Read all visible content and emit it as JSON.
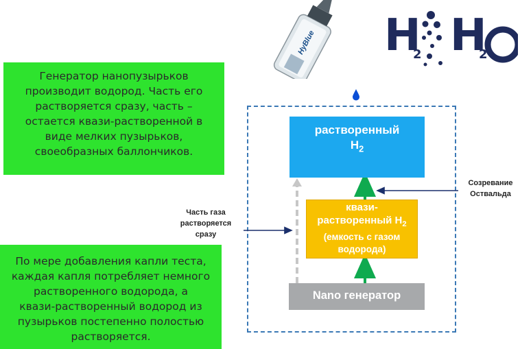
{
  "notes": {
    "top": [
      "Генератор нанопузырьков",
      "производит водород. Часть его",
      "растворяется сразу, часть –",
      "остается квази-растворенной в",
      "виде мелких пузырьков,",
      "своеобразных баллончиков."
    ],
    "bottom": [
      "По мере добавления капли теста,",
      "каждая капля потребляет немного",
      "растворенного водорода, а",
      "квази-растворенный водород из",
      "пузырьков постепенно полостью",
      "растворяется."
    ]
  },
  "diagram": {
    "dissolved": {
      "line1": "растворенный",
      "h": "H",
      "sub": "2"
    },
    "quasi": {
      "line1": "квази-",
      "line2_prefix": "растворенный H",
      "sub": "2",
      "line3": "(емкость с газом",
      "line4": "водорода)"
    },
    "nano": "Nano генератор",
    "ostwald": [
      "Созревание",
      "Оствальда"
    ],
    "part_gas": [
      "Часть газа",
      "растворяется",
      "сразу"
    ]
  },
  "logo": {
    "text_h1": "H",
    "text_h2": "H",
    "sub1": "2",
    "sub2": "2",
    "o": "O"
  },
  "bottle": {
    "label": "HyBlue"
  },
  "colors": {
    "note_green": "#2ee32e",
    "dissolved_blue": "#1ca8ef",
    "quasi_yellow": "#f8c100",
    "nano_gray": "#a7a9ab",
    "arrow_green": "#0faa4f",
    "frame_blue": "#3a78b5",
    "logo_navy": "#1f2b5c"
  }
}
